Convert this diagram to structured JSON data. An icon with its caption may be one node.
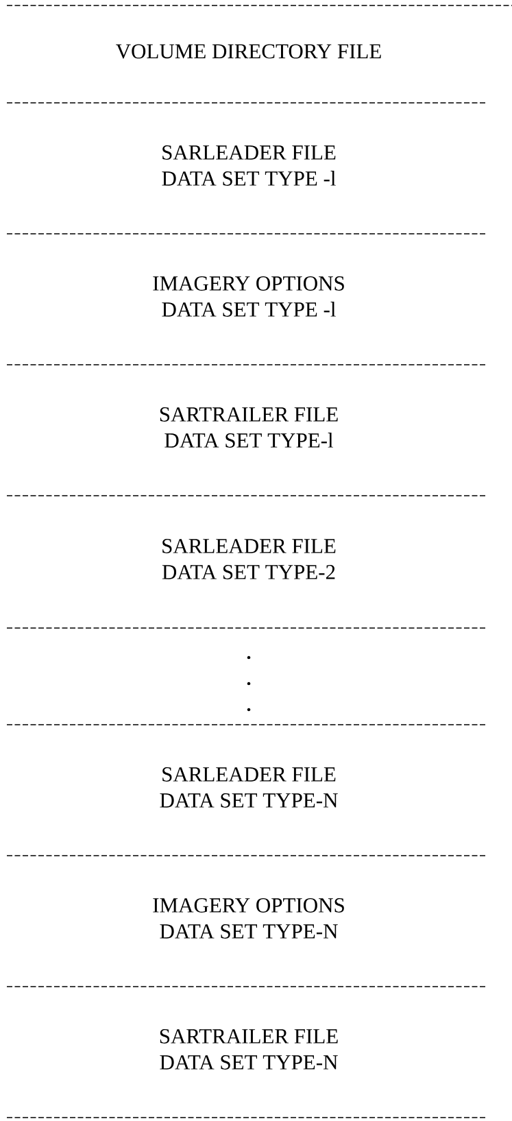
{
  "diagram": {
    "nodes": [
      {
        "text": [
          "VOLUME DIRECTORY FILE"
        ]
      },
      {
        "text": [
          "SARLEADER FILE",
          "DATA SET TYPE -l"
        ]
      },
      {
        "text": [
          "IMAGERY OPTIONS",
          "DATA SET TYPE -l"
        ]
      },
      {
        "text": [
          "SARTRAILER FILE",
          "DATA SET TYPE-l"
        ]
      },
      {
        "text": [
          "SARLEADER FILE",
          "DATA SET TYPE-2"
        ]
      },
      {
        "text": [
          "SARLEADER FILE",
          "DATA SET TYPE-N"
        ]
      },
      {
        "text": [
          "IMAGERY OPTIONS",
          "DATA SET TYPE-N"
        ]
      },
      {
        "text": [
          "SARTRAILER FILE",
          "DATA SET TYPE-N"
        ]
      }
    ]
  }
}
